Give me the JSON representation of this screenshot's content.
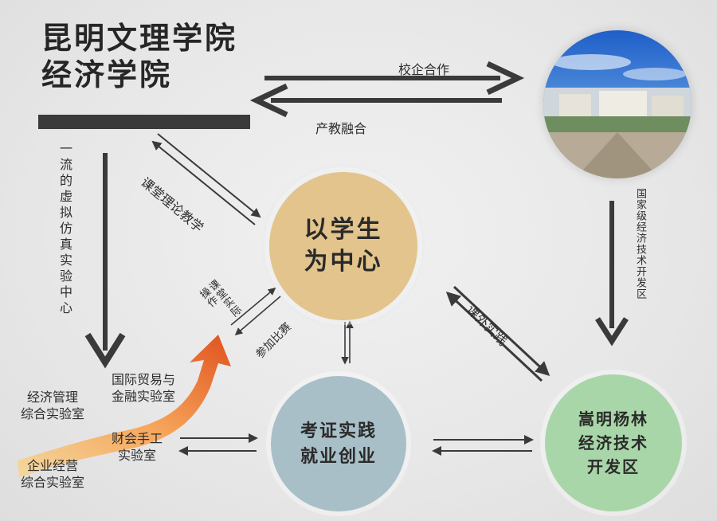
{
  "header": {
    "title_line1": "昆明文理学院",
    "title_line2": "经济学院"
  },
  "links": {
    "school_enterprise": "校企合作",
    "industry_education": "产教融合",
    "classroom_theory": "课堂理论教学",
    "extracurricular_practice": "课外实践",
    "competition": "参加比赛",
    "classroom_practice": "课堂实际操作",
    "national_zone": "国家级经济技术开发区",
    "virtual_center": "一流的虚拟仿真实验中心"
  },
  "labs": {
    "econ_mgmt": [
      "经济管理",
      "综合实验室"
    ],
    "intl_trade": [
      "国际贸易与",
      "金融实验室"
    ],
    "finance_manual": [
      "财会手工",
      "实验室"
    ],
    "enterprise_ops": [
      "企业经营",
      "综合实验室"
    ]
  },
  "nodes": {
    "center": [
      "以学生",
      "为中心"
    ],
    "employment": [
      "考证实践",
      "就业创业"
    ],
    "zone": [
      "嵩明杨林",
      "经济技术",
      "开发区"
    ]
  },
  "colors": {
    "center_fill": "#e2c48c",
    "employment_fill": "#a9bfc7",
    "zone_fill": "#a9d6a9",
    "arrow": "#3a3a3a",
    "growth_arrow": "#f07a2a"
  }
}
